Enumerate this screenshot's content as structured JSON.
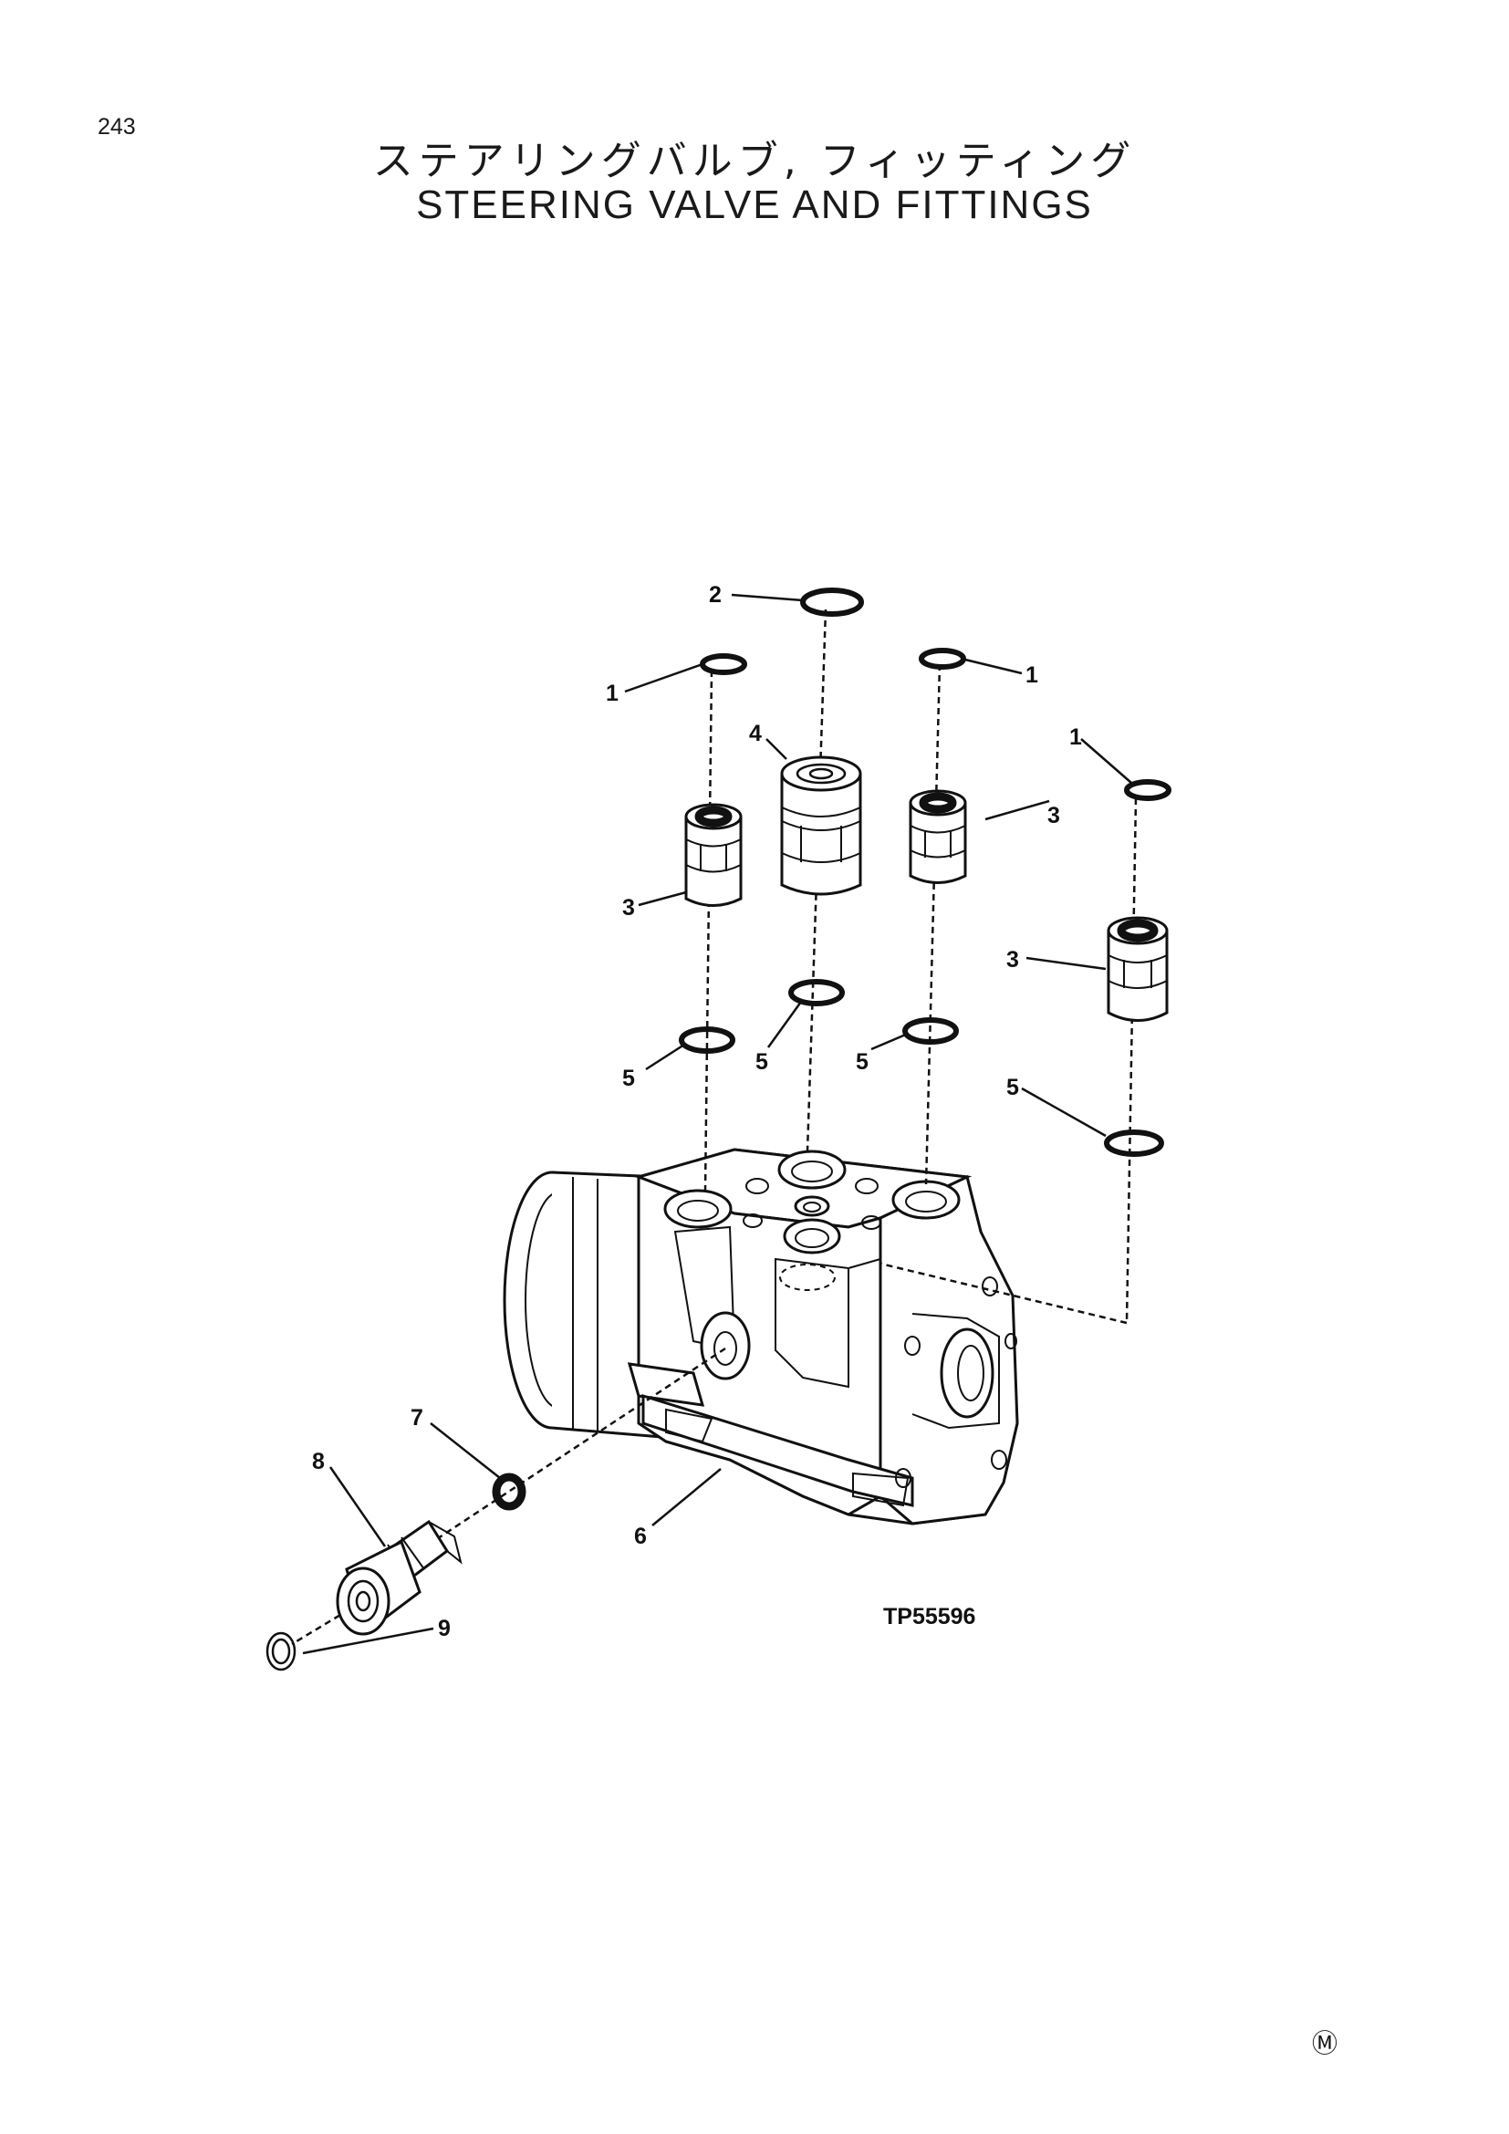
{
  "page_number": "243",
  "title_jp": "ステアリングバルブ, フィッティング",
  "title_en": "STEERING VALVE AND FITTINGS",
  "figure_code": "TP55596",
  "corner_mark": "Ⓜ",
  "callouts": {
    "c1a": "1",
    "c1b": "1",
    "c1c": "1",
    "c2": "2",
    "c3a": "3",
    "c3b": "3",
    "c3c": "3",
    "c4": "4",
    "c5a": "5",
    "c5b": "5",
    "c5c": "5",
    "c5d": "5",
    "c6": "6",
    "c7": "7",
    "c8": "8",
    "c9": "9"
  }
}
